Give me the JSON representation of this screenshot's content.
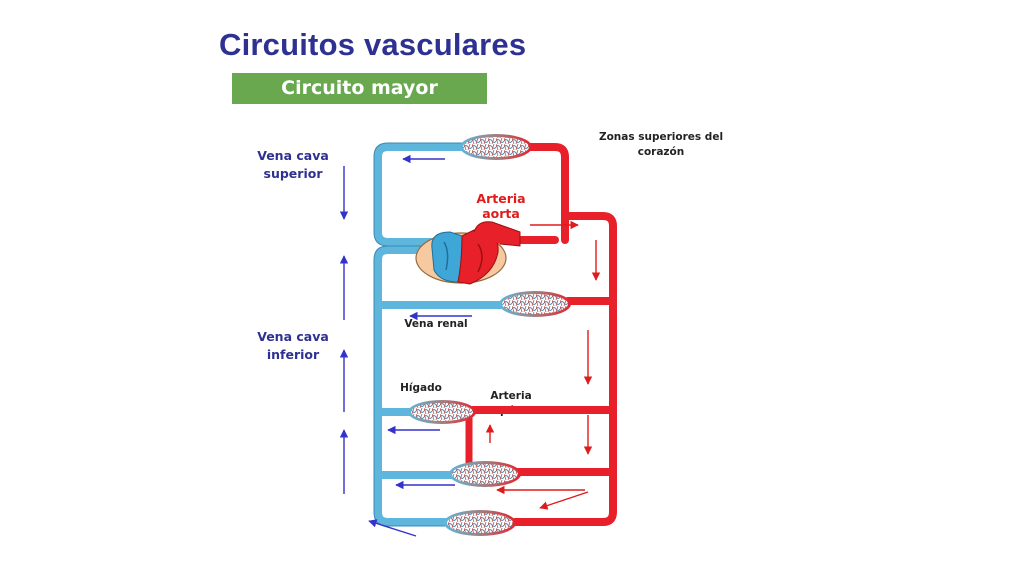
{
  "title": "Circuitos vasculares",
  "subtitle": "Circuito mayor",
  "labels": {
    "vena_cava_superior": [
      "Vena cava",
      "superior"
    ],
    "vena_cava_inferior": [
      "Vena cava",
      "inferior"
    ],
    "arteria_aorta": "Arteria aorta",
    "zonas_superiores": [
      "Zonas superiores del",
      "corazón"
    ],
    "vena_renal": "Vena renal",
    "higado": "Hígado",
    "arteria_hepatica": "Arteria hepática"
  },
  "colors": {
    "title": "#2e3192",
    "banner": "#6aa84f",
    "vein": "#5fb6dc",
    "artery": "#e8202a",
    "arrow_blue": "#3333cc",
    "arrow_red": "#e01b1b"
  }
}
